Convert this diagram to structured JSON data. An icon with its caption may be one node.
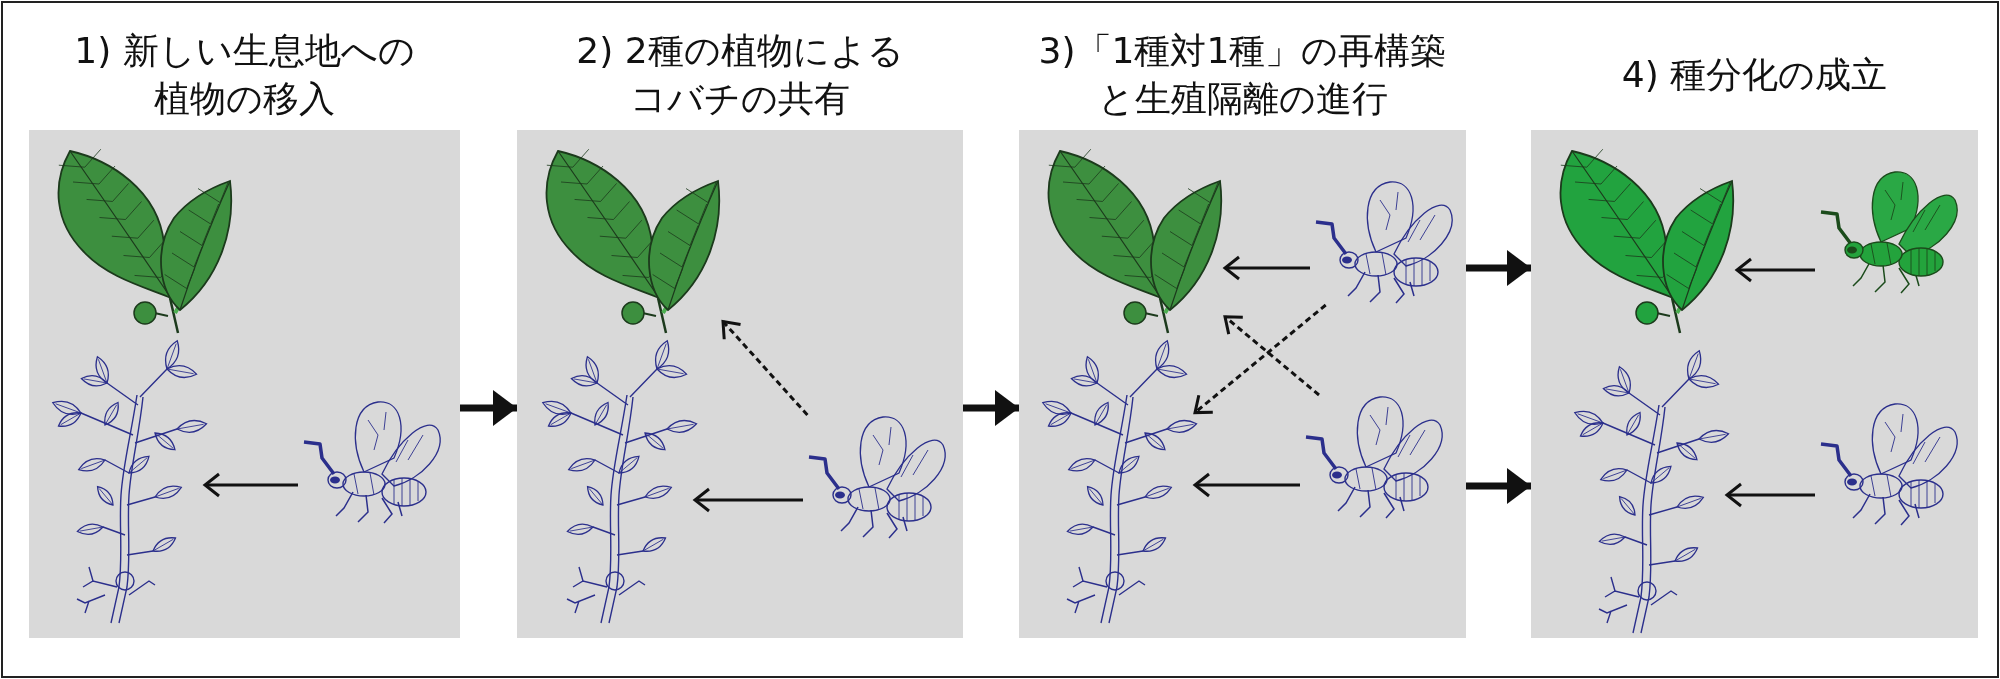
{
  "diagram": {
    "nodes": [
      {
        "text": [
          "1) 新しい生息地への植物の移入"
        ]
      },
      {
        "text": [],
        "shape": "picture",
        "in": 0
      },
      {
        "text": [],
        "shape": "picture",
        "in": 0
      },
      {
        "text": [],
        "shape": "picture",
        "in": 0
      },
      {
        "text": [
          "2) 2種の植物によるコバチの共有"
        ]
      },
      {
        "text": [],
        "shape": "picture",
        "in": 4
      },
      {
        "text": [],
        "shape": "picture",
        "in": 4
      },
      {
        "text": [],
        "shape": "picture",
        "in": 4
      },
      {
        "text": [
          "3)「1種対1種」の再構築と生殖隔離の進行"
        ]
      },
      {
        "text": [],
        "shape": "picture",
        "in": 8
      },
      {
        "text": [],
        "shape": "picture",
        "in": 8
      },
      {
        "text": [],
        "shape": "picture",
        "in": 8
      },
      {
        "text": [],
        "shape": "picture",
        "in": 8
      },
      {
        "text": [
          "4) 種分化の成立"
        ]
      },
      {
        "text": [],
        "shape": "picture",
        "in": 13
      },
      {
        "text": [],
        "shape": "picture",
        "in": 13
      },
      {
        "text": [],
        "shape": "picture",
        "in": 13
      },
      {
        "text": [],
        "shape": "picture",
        "in": 13
      }
    ],
    "edges": [
      {
        "from": 3,
        "to": 2,
        "arrow": "to"
      },
      {
        "from": 7,
        "to": 6,
        "arrow": "to"
      },
      {
        "from": 7,
        "to": 5,
        "arrow": "to",
        "style": "dashed"
      },
      {
        "from": 10,
        "to": 9,
        "arrow": "to"
      },
      {
        "from": 12,
        "to": 11,
        "arrow": "to"
      },
      {
        "from": 10,
        "to": 11,
        "arrow": "to",
        "style": "dashed"
      },
      {
        "from": 12,
        "to": 9,
        "arrow": "to",
        "style": "dashed"
      },
      {
        "from": 15,
        "to": 14,
        "arrow": "to"
      },
      {
        "from": 17,
        "to": 16,
        "arrow": "to"
      },
      {
        "from": 0,
        "to": 4,
        "arrow": "to",
        "style": "thick"
      },
      {
        "from": 4,
        "to": 8,
        "arrow": "to",
        "style": "thick"
      },
      {
        "from": 8,
        "to": 13,
        "arrow": "to",
        "style": "thick"
      },
      {
        "from": 8,
        "to": 13,
        "arrow": "to",
        "style": "thick"
      }
    ]
  }
}
